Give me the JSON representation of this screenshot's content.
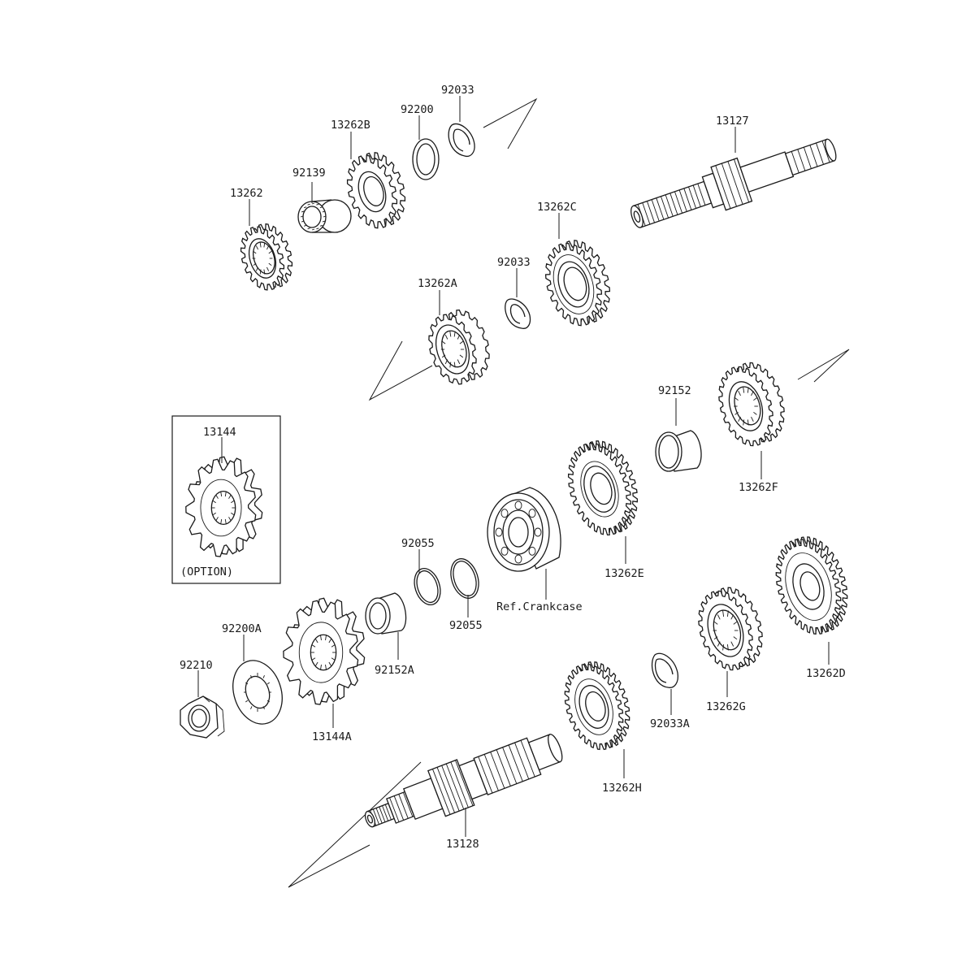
{
  "labels": {
    "p13262": "13262",
    "p92139": "92139",
    "p13262B": "13262B",
    "p92200": "92200",
    "p92033_top": "92033",
    "p13127": "13127",
    "p13262C": "13262C",
    "p92033_mid": "92033",
    "p13262A": "13262A",
    "p92152": "92152",
    "p13262F": "13262F",
    "p13144": "13144",
    "option": "(OPTION)",
    "p13262E": "13262E",
    "p92055_a": "92055",
    "p92055_b": "92055",
    "ref_crankcase": "Ref.Crankcase",
    "p92200A": "92200A",
    "p92210": "92210",
    "p13144A": "13144A",
    "p92152A": "92152A",
    "p13262D": "13262D",
    "p13262G": "13262G",
    "p92033A": "92033A",
    "p13262H": "13262H",
    "p13128": "13128"
  },
  "colors": {
    "ink": "#1a1a1a",
    "paper": "#ffffff"
  }
}
